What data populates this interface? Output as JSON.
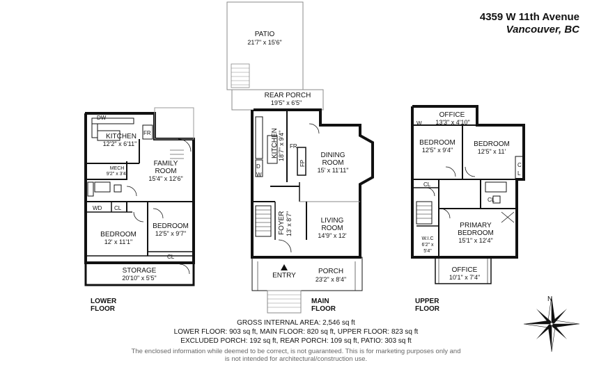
{
  "header": {
    "street": "4359 W 11th Avenue",
    "city": "Vancouver, BC"
  },
  "floors": {
    "lower": {
      "label_line1": "LOWER",
      "label_line2": "FLOOR",
      "rooms": {
        "kitchen": {
          "name": "KITCHEN",
          "dims": "12'2\" x 6'11\""
        },
        "family": {
          "name_line1": "FAMILY",
          "name_line2": "ROOM",
          "dims": "15'4\" x 12'6\""
        },
        "mech": {
          "name": "MECH",
          "dims": "9'2\" x 3'4\""
        },
        "bedroom1": {
          "name": "BEDROOM",
          "dims": "12' x 11'1\""
        },
        "bedroom2": {
          "name": "BEDROOM",
          "dims": "12'5\" x 9'7\""
        },
        "storage": {
          "name": "STORAGE",
          "dims": "20'10\" x 5'5\""
        }
      },
      "tags": {
        "dw": "DW",
        "fr": "FR",
        "wd": "WD",
        "cl1": "CL",
        "cl2": "CL"
      }
    },
    "main": {
      "label_line1": "MAIN",
      "label_line2": "FLOOR",
      "rooms": {
        "patio": {
          "name": "PATIO",
          "dims": "21'7\" x 15'6\""
        },
        "rear_porch": {
          "name": "REAR PORCH",
          "dims": "19'5\" x 6'5\""
        },
        "kitchen": {
          "name": "KITCHEN",
          "dims": "18'7\" x 9'4\""
        },
        "dining": {
          "name_line1": "DINING",
          "name_line2": "ROOM",
          "dims": "15' x 11'11\""
        },
        "foyer": {
          "name": "FOYER",
          "dims": "13' x 8'7\""
        },
        "living": {
          "name_line1": "LIVING",
          "name_line2": "ROOM",
          "dims": "14'9\" x 12'"
        },
        "porch": {
          "name": "PORCH",
          "dims": "23'2\" x 8'4\""
        },
        "entry": {
          "name": "ENTRY"
        }
      },
      "tags": {
        "fr": "FR",
        "fp": "FP",
        "d": "D",
        "w": "W"
      }
    },
    "upper": {
      "label_line1": "UPPER",
      "label_line2": "FLOOR",
      "rooms": {
        "office_top": {
          "name": "OFFICE",
          "dims": "13'3\" x 4'10\""
        },
        "bedroom1": {
          "name": "BEDROOM",
          "dims": "12'5\" x 9'4\""
        },
        "bedroom2": {
          "name": "BEDROOM",
          "dims": "12'5\" x 11'"
        },
        "primary": {
          "name_line1": "PRIMARY",
          "name_line2": "BEDROOM",
          "dims": "15'1\" x 12'4\""
        },
        "wic": {
          "name": "W.I.C",
          "dims_line1": "6'2\" x",
          "dims_line2": "5'4\""
        },
        "office_bottom": {
          "name": "OFFICE",
          "dims": "10'1\" x 7'4\""
        }
      },
      "tags": {
        "w": "W",
        "cl1": "CL",
        "cl2": "CL",
        "c": "C",
        "l": "L"
      }
    }
  },
  "compass": {
    "north": "N"
  },
  "areas": {
    "line1": "GROSS INTERNAL AREA: 2,546 sq ft",
    "line2": "LOWER FLOOR: 903  sq ft, MAIN FLOOR: 820 sq ft, UPPER FLOOR: 823 sq ft",
    "line3": "EXCLUDED PORCH: 192 sq ft, REAR PORCH: 109 sq ft, PATIO: 303 sq ft"
  },
  "disclaimer": {
    "line1": "The enclosed information while deemed to be correct, is not guaranteed. This is for marketing purposes only and",
    "line2": "is not intended for architectural/construction use."
  }
}
